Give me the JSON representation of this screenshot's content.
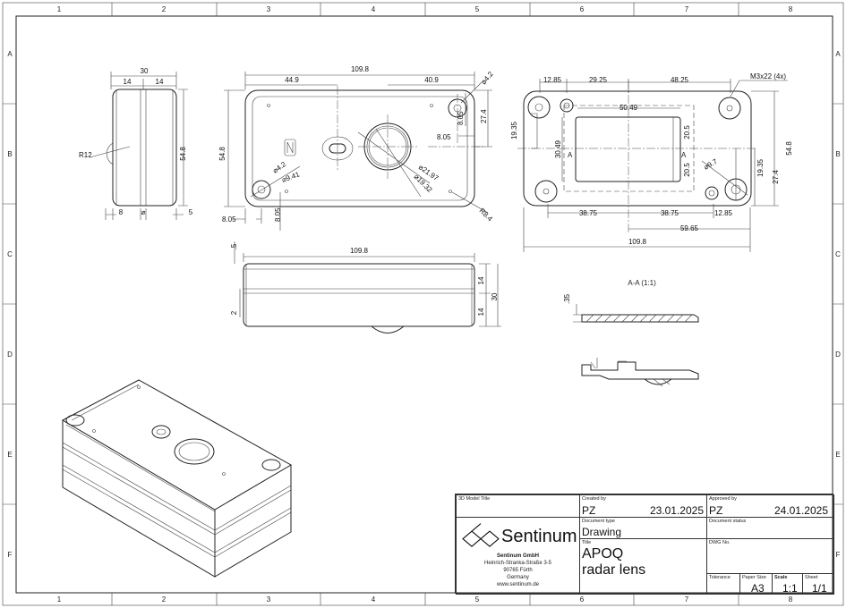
{
  "grid": {
    "columns": [
      "1",
      "2",
      "3",
      "4",
      "5",
      "6",
      "7",
      "8"
    ],
    "rows": [
      "A",
      "B",
      "C",
      "D",
      "E",
      "F"
    ]
  },
  "side_view": {
    "dims": [
      "30",
      "14",
      "14",
      "R12",
      "54.8",
      "8",
      "⌀",
      "5"
    ]
  },
  "top_view": {
    "dims": [
      "109.8",
      "44.9",
      "40.9",
      "⌀4.2",
      "8.05",
      "27.4",
      "8.05",
      "54.8",
      "⌀21.97",
      "⌀19.32",
      "⌀4.2",
      "⌀9.41",
      "8.05",
      "8.05",
      "R8.4"
    ]
  },
  "bottom_view": {
    "dims": [
      "12.85",
      "29.25",
      "48.25",
      "M3x22 (4x)",
      "50.49",
      "19.35",
      "30.49",
      "20.5",
      "20.5",
      "A",
      "A",
      "⌀9.7",
      "19.35",
      "27.4",
      "54.8",
      "38.75",
      "38.75",
      "12.85",
      "59.65",
      "109.8"
    ]
  },
  "front_view": {
    "dims": [
      "109.8",
      ".5",
      "2",
      "14",
      "14",
      "30"
    ]
  },
  "section": {
    "title": "A-A (1:1)",
    "dims": [
      ".35"
    ]
  },
  "title_block": {
    "model_title_label": "3D Model Title",
    "created_by_label": "Created by",
    "created_by": "PZ",
    "created_date": "23.01.2025",
    "approved_by_label": "Approved by",
    "approved_by": "PZ",
    "approved_date": "24.01.2025",
    "document_type_label": "Document type",
    "document_type": "Drawing",
    "document_status_label": "Document status",
    "title_label": "Title",
    "title_line1": "APOQ",
    "title_line2": "radar lens",
    "dwg_no_label": "DWG No.",
    "tolerance_label": "Tolerance",
    "paper_size_label": "Paper Size",
    "paper_size": "A3",
    "scale_label": "Scale",
    "scale": "1:1",
    "sheet_label": "Sheet",
    "sheet": "1/1",
    "company": {
      "logo_text": "Sentinum",
      "name": "Sentinum GmbH",
      "street": "Heinrich-Stranka-Straße 3-5",
      "city": "90765 Fürth",
      "country": "Germany",
      "website": "www.sentinum.de"
    }
  }
}
